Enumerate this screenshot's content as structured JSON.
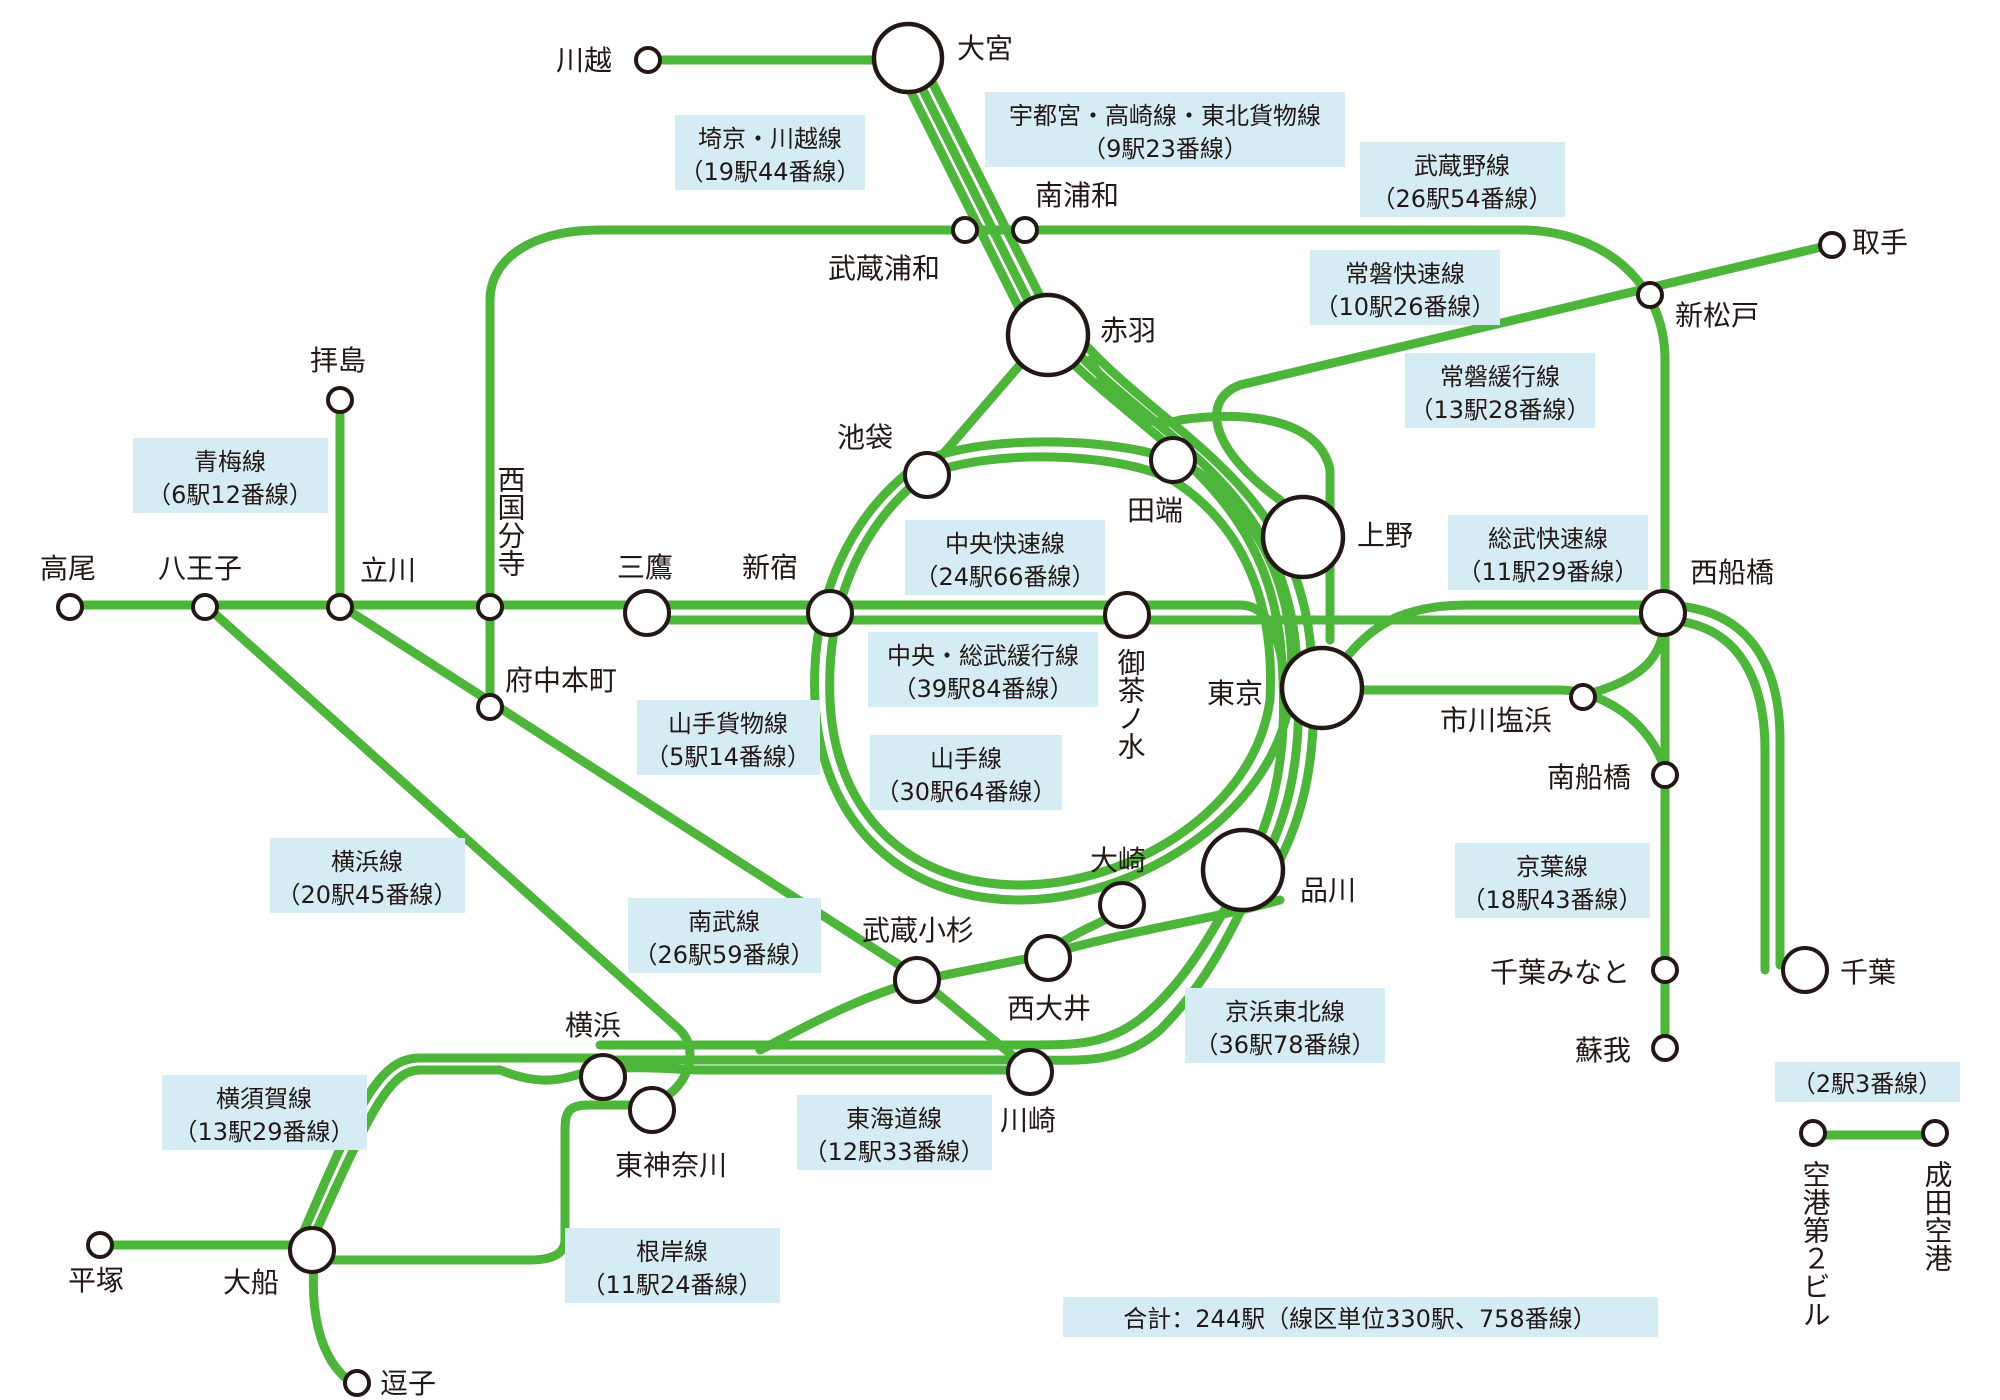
{
  "stations": {
    "kawagoe": "川越",
    "omiya": "大宮",
    "minami_urawa": "南浦和",
    "musashi_urawa": "武蔵浦和",
    "akabane": "赤羽",
    "toride": "取手",
    "shin_matsudo": "新松戸",
    "haijima": "拝島",
    "takao": "高尾",
    "hachioji": "八王子",
    "tachikawa": "立川",
    "nishi_kokubunji": "西国分寺",
    "mitaka": "三鷹",
    "shinjuku": "新宿",
    "ikebukuro": "池袋",
    "tabata": "田端",
    "ueno": "上野",
    "nishi_funabashi": "西船橋",
    "fuchu_hommachi": "府中本町",
    "ochanomizu": "御茶ノ水",
    "tokyo": "東京",
    "ichikawa_shiohama": "市川塩浜",
    "minami_funabashi": "南船橋",
    "osaki": "大崎",
    "shinagawa": "品川",
    "musashi_kosugi": "武蔵小杉",
    "nishi_oi": "西大井",
    "yokohama": "横浜",
    "higashi_kanagawa": "東神奈川",
    "kawasaki": "川崎",
    "chiba_minato": "千葉みなと",
    "chiba": "千葉",
    "soga": "蘇我",
    "hiratsuka": "平塚",
    "ofuna": "大船",
    "zushi": "逗子",
    "airport_t2": "空港第２ビル",
    "narita_airport": "成田空港"
  },
  "line_boxes": {
    "utsunomiya": [
      "宇都宮・高崎線・東北貨物線",
      "（9駅23番線）"
    ],
    "saikyo": [
      "埼京・川越線",
      "（19駅44番線）"
    ],
    "musashino": [
      "武蔵野線",
      "（26駅54番線）"
    ],
    "joban_rapid": [
      "常磐快速線",
      "（10駅26番線）"
    ],
    "joban_local": [
      "常磐緩行線",
      "（13駅28番線）"
    ],
    "ome": [
      "青梅線",
      "（6駅12番線）"
    ],
    "chuo_rapid": [
      "中央快速線",
      "（24駅66番線）"
    ],
    "sobu_rapid": [
      "総武快速線",
      "（11駅29番線）"
    ],
    "chuo_sobu_local": [
      "中央・総武緩行線",
      "（39駅84番線）"
    ],
    "yamanote_freight": [
      "山手貨物線",
      "（5駅14番線）"
    ],
    "yamanote": [
      "山手線",
      "（30駅64番線）"
    ],
    "yokohama_line": [
      "横浜線",
      "（20駅45番線）"
    ],
    "keiyo": [
      "京葉線",
      "（18駅43番線）"
    ],
    "nambu": [
      "南武線",
      "（26駅59番線）"
    ],
    "keihin_tohoku": [
      "京浜東北線",
      "（36駅78番線）"
    ],
    "yokosuka": [
      "横須賀線",
      "（13駅29番線）"
    ],
    "tokaido": [
      "東海道線",
      "（12駅33番線）"
    ],
    "negishi": [
      "根岸線",
      "（11駅24番線）"
    ],
    "narita_branch": [
      "（2駅3番線）"
    ]
  },
  "total": "合計：244駅（線区単位330駅、758番線）",
  "colors": {
    "line": "#4cb53a",
    "box": "#d6ecf5",
    "text": "#231815"
  }
}
